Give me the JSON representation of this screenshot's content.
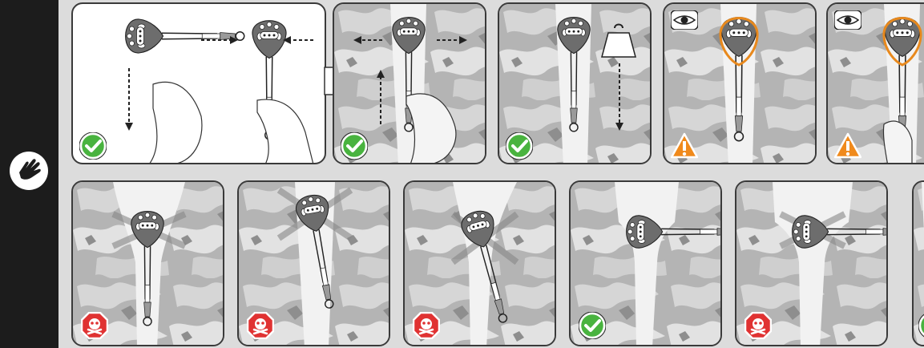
{
  "sidebar": {
    "icon": "hand-icon",
    "background_color": "#1c1c1c"
  },
  "colors": {
    "check": "#49b33f",
    "warning": "#f08a1c",
    "danger": "#e03232",
    "device_orange": "#e8891d",
    "rock": "#a8a8a8"
  },
  "row1": {
    "panels": [
      {
        "id": "p1",
        "status": "correct",
        "icons": [
          "check-icon",
          "arrow-down-icon",
          "arrow-right-icon",
          "arrow-left-icon",
          "hand-icon"
        ]
      },
      {
        "id": "p2",
        "status": "correct",
        "icons": [
          "check-icon",
          "arrow-left-icon",
          "arrow-right-icon",
          "arrow-up-icon",
          "hand-icon"
        ]
      },
      {
        "id": "p3",
        "status": "correct",
        "icons": [
          "check-icon",
          "weight-icon",
          "arrow-down-icon"
        ]
      },
      {
        "id": "p4",
        "status": "warning",
        "icons": [
          "warning-icon",
          "eye-icon"
        ]
      },
      {
        "id": "p5",
        "status": "warning",
        "icons": [
          "warning-icon",
          "eye-icon",
          "hand-icon"
        ]
      }
    ]
  },
  "row2": {
    "panels": [
      {
        "id": "p6",
        "status": "danger",
        "icons": [
          "danger-icon"
        ]
      },
      {
        "id": "p7",
        "status": "danger",
        "icons": [
          "danger-icon"
        ]
      },
      {
        "id": "p8",
        "status": "danger",
        "icons": [
          "danger-icon"
        ]
      },
      {
        "id": "p9",
        "status": "correct",
        "icons": [
          "check-icon"
        ]
      },
      {
        "id": "p10",
        "status": "danger",
        "icons": [
          "danger-icon"
        ]
      },
      {
        "id": "p11",
        "status": "correct",
        "icons": [
          "check-icon"
        ]
      }
    ]
  }
}
